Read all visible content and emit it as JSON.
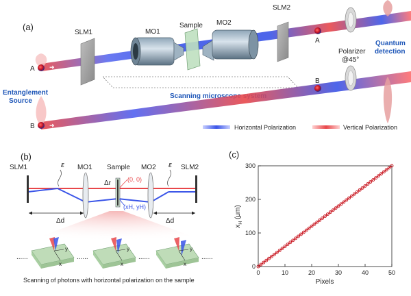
{
  "panel_a": {
    "label": "(a)",
    "slm1": "SLM1",
    "mo1": "MO1",
    "sample": "Sample",
    "mo2": "MO2",
    "slm2": "SLM2",
    "scanning_system": "Scanning microscope system",
    "photon_a": "A",
    "photon_b": "B",
    "source_line1": "Entanglement",
    "source_line2": "Source",
    "polarizer_line1": "Polarizer",
    "polarizer_line2": "@45°",
    "detection_line1": "Quantum",
    "detection_line2": "detection",
    "legend_horizontal": "Horizontal Polarization",
    "legend_vertical": "Vertical Polarization"
  },
  "panel_b": {
    "label": "(b)",
    "slm1": "SLM1",
    "mo1": "MO1",
    "sample": "Sample",
    "mo2": "MO2",
    "slm2": "SLM2",
    "epsilon": "ε",
    "delta_r": "Δr",
    "origin": "(0, 0)",
    "point": "(xH, yH)",
    "delta_d": "Δd",
    "axis_y": "y",
    "axis_x": "x",
    "ellipsis": "......",
    "caption": "Scanning of photons with horizontal polarization on the sample"
  },
  "colors": {
    "horizontal": "#3a55e8",
    "vertical": "#e8474a",
    "annotation": "#1f57b8",
    "data_line": "#c8141e"
  },
  "chart_data": {
    "type": "line",
    "panel_label": "(c)",
    "xlabel": "Pixels",
    "ylabel": "x_H (μm)",
    "xlim": [
      0,
      50
    ],
    "ylim": [
      0,
      300
    ],
    "xticks": [
      0,
      10,
      20,
      30,
      40,
      50
    ],
    "yticks": [
      0,
      100,
      200,
      300
    ],
    "marker": "open-circle",
    "series": [
      {
        "x": [
          0,
          1,
          2,
          3,
          4,
          5,
          6,
          7,
          8,
          9,
          10,
          11,
          12,
          13,
          14,
          15,
          16,
          17,
          18,
          19,
          20,
          21,
          22,
          23,
          24,
          25,
          26,
          27,
          28,
          29,
          30,
          31,
          32,
          33,
          34,
          35,
          36,
          37,
          38,
          39,
          40,
          41,
          42,
          43,
          44,
          45,
          46,
          47,
          48,
          49,
          50
        ],
        "y": [
          0,
          6,
          12,
          18,
          24,
          30,
          36,
          42,
          48,
          54,
          60,
          66,
          72,
          78,
          84,
          90,
          96,
          102,
          108,
          114,
          120,
          126,
          132,
          138,
          144,
          150,
          156,
          162,
          168,
          174,
          180,
          186,
          192,
          198,
          204,
          210,
          216,
          222,
          228,
          234,
          240,
          246,
          252,
          258,
          264,
          270,
          276,
          282,
          288,
          294,
          300
        ]
      }
    ]
  }
}
